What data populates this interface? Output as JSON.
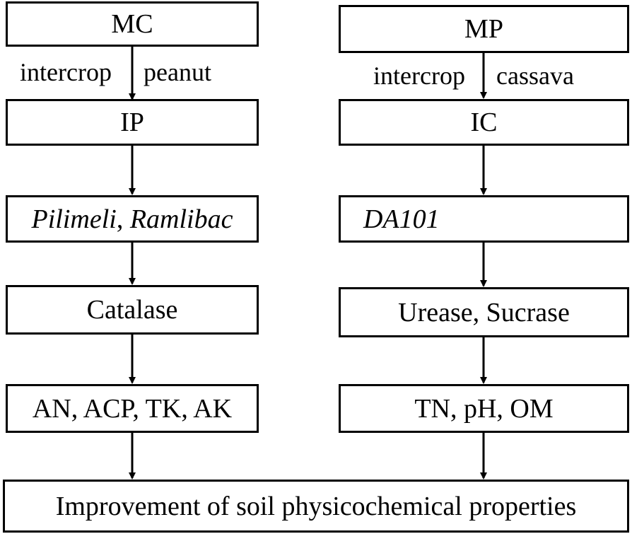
{
  "left_column": {
    "top": "MC",
    "edge_word1": "intercrop",
    "edge_word2": "peanut",
    "system": "IP",
    "microbes_a": "Pilimeli",
    "microbes_sep": ", ",
    "microbes_b": "Ramlibac",
    "enzymes": "Catalase",
    "properties": "AN, ACP, TK, AK"
  },
  "right_column": {
    "top": "MP",
    "edge_word1": "intercrop",
    "edge_word2": "cassava",
    "system": "IC",
    "microbes": "DA101",
    "enzymes": "Urease, Sucrase",
    "properties": "TN, pH, OM"
  },
  "outcome": "Improvement of soil physicochemical properties"
}
